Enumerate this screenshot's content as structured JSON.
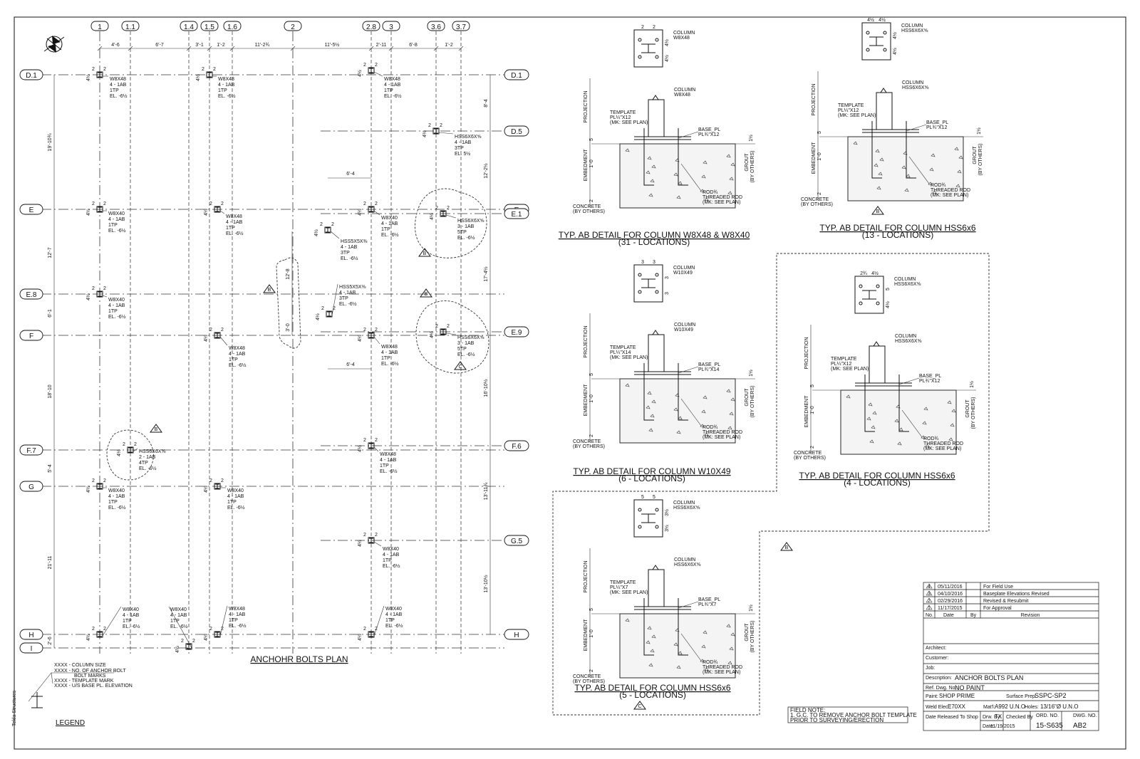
{
  "grid": {
    "top_labels": [
      "1",
      "1.1",
      "1.4",
      "1.5",
      "1.6",
      "2",
      "2.8",
      "3",
      "3.6",
      "3.7"
    ],
    "rows": [
      "D.1",
      "D.5",
      "E",
      "E.1",
      "E.8",
      "E.9",
      "F",
      "F.6",
      "F.7",
      "G",
      "G.5",
      "H",
      "I"
    ],
    "top_dims": [
      "4'-6",
      "6'-7",
      "3'-1",
      "1'-2",
      "11'-2¾",
      "11'-5½",
      "2'-11",
      "6'-8",
      "1'-2"
    ],
    "left_dims": [
      "19'-10¾",
      "12'-7",
      "6'-1",
      "18'-10",
      "5'-4",
      "21'-11",
      "2'-6"
    ],
    "right_dims": [
      "8'-4",
      "12'-2½",
      "17'-4½",
      "16'-10½",
      "13'-11¾",
      "13'-10½"
    ],
    "misc_dims": [
      "6'-4",
      "6'-4",
      "12'-8",
      "3'-0"
    ]
  },
  "columns": [
    {
      "size": "W8X48",
      "bolts": "4 - 1AB",
      "tp": "1TP",
      "el": "EL. -6½"
    },
    {
      "size": "W8X48",
      "bolts": "4 - 1AB",
      "tp": "1TP",
      "el": "EL. -6½"
    },
    {
      "size": "W8X48",
      "bolts": "4 - 1AB",
      "tp": "1TP",
      "el": "EL. -6½"
    },
    {
      "size": "HSS6X6X⅝",
      "bolts": "4 - 1AB",
      "tp": "3TP",
      "el": "EL. 5½"
    },
    {
      "size": "W8X40",
      "bolts": "4 - 1AB",
      "tp": "1TP",
      "el": "EL. -6½"
    },
    {
      "size": "W8X48",
      "bolts": "4 - 1AB",
      "tp": "1TP",
      "el": "EL. -6½"
    },
    {
      "size": "W8X40",
      "bolts": "4 - 1AB",
      "tp": "1TP",
      "el": "EL. -6½"
    },
    {
      "size": "HSS6X6X⅝",
      "bolts": "3 - 1AB",
      "tp": "5TP",
      "el": "EL. -6½"
    },
    {
      "size": "HSS5X5X⅜",
      "bolts": "4 - 1AB",
      "tp": "3TP",
      "el": "EL. -6½"
    },
    {
      "size": "W8X40",
      "bolts": "4 - 1AB",
      "tp": "1TP",
      "el": "EL. -6½"
    },
    {
      "size": "HSS5X5X⅜",
      "bolts": "4 - 1AB",
      "tp": "3TP",
      "el": "EL. -6½"
    },
    {
      "size": "W8X48",
      "bolts": "4 - 1AB",
      "tp": "1TP",
      "el": "EL. -6½"
    },
    {
      "size": "W8X48",
      "bolts": "4 - 1AB",
      "tp": "1TP",
      "el": "EL. -6½"
    },
    {
      "size": "HSS6X6X⅝",
      "bolts": "3 - 1AB",
      "tp": "5TP",
      "el": "EL. -6½"
    },
    {
      "size": "HSS6X6X⅝",
      "bolts": "2 - 1AB",
      "tp": "4TP",
      "el": "EL. -6½"
    },
    {
      "size": "W8X40",
      "bolts": "4 - 1AB",
      "tp": "1TP",
      "el": "EL. -6½"
    },
    {
      "size": "W8X40",
      "bolts": "4 - 1AB",
      "tp": "1TP",
      "el": "EL. -6½"
    },
    {
      "size": "W8X48",
      "bolts": "4 - 1AB",
      "tp": "1TP",
      "el": "EL. -6½"
    },
    {
      "size": "W8X40",
      "bolts": "4 - 1AB",
      "tp": "1TP",
      "el": "EL. -6½"
    },
    {
      "size": "W8X40",
      "bolts": "4 - 1AB",
      "tp": "1TP",
      "el": "EL. -6½"
    },
    {
      "size": "W8X40",
      "bolts": "4 - 1AB",
      "tp": "1TP",
      "el": "EL. -6½"
    },
    {
      "size": "W8X48",
      "bolts": "4 - 1AB",
      "tp": "1TP",
      "el": "EL. -6½"
    },
    {
      "size": "W8X40",
      "bolts": "4 - 1AB",
      "tp": "1TP",
      "el": "EL. -6½"
    }
  ],
  "plan": {
    "title": "ANCHOHR BOLTS PLAN",
    "rev_tag": "B",
    "rev_tag_c": "C"
  },
  "legend": {
    "title": "LEGEND",
    "items": [
      "XXXX -   COLUMN SIZE",
      "XXXX -   NO. OF ANCHOR BOLT",
      "BOLT MARKS",
      "XXXX -   TEMPLATE MARK",
      "XXXX -   U/S BASE PL. ELEVATION"
    ],
    "stamp": "Tekla Structures"
  },
  "details": [
    {
      "title": "TYP. AB DETAIL FOR COLUMN W8X48 & W8X40",
      "subtitle": "(31 - LOCATIONS)",
      "plan_col": "COLUMN\nW8X48",
      "column": "COLUMN\nW8X48",
      "template": "TEMPLATE\nPL¼\"X12\n(MK: SEE PLAN)",
      "base": "BASE_PL\nPL¾\"X12",
      "rod": "ROD¾\nTHREADED ROD\n(MK: SEE PLAN)",
      "concrete": "CONCRETE\n(BY OTHERS)",
      "grout": "GROUT\n(BY OTHERS)",
      "dims": [
        "2",
        "2",
        "4½",
        "4½",
        "1½",
        "5",
        "1'-0",
        "2"
      ]
    },
    {
      "title": "TYP. AB DETAIL FOR COLUMN HSS6x6",
      "subtitle": "(13 - LOCATIONS)",
      "plan_col": "COLUMN\nHSS6X6X⅝",
      "column": "COLUMN\nHSS6X6X⅝",
      "template": "TEMPLATE\nPL¼\"X12\n(MK: SEE PLAN)",
      "base": "BASE_PL\nPL¾\"X12",
      "rod": "ROD¾\nTHREADED ROD\n(MK: SEE PLAN)",
      "concrete": "CONCRETE\n(BY OTHERS)",
      "grout": "GROUT\n(BY OTHERS)",
      "dims": [
        "4½",
        "4½",
        "4½",
        "4½",
        "1½",
        "5",
        "1'-0",
        "2"
      ]
    },
    {
      "title": "TYP. AB DETAIL FOR COLUMN W10X49",
      "subtitle": "(6 - LOCATIONS)",
      "plan_col": "COLUMN\nW10X49",
      "column": "COLUMN\nW10X49",
      "template": "TEMPLATE\nPL¼\"X14\n(MK: SEE PLAN)",
      "base": "BASE_PL\nPL¾\"X14",
      "rod": "ROD¾\nTHREADED ROD\n(MK: SEE PLAN)",
      "concrete": "CONCRETE\n(BY OTHERS)",
      "grout": "GROUT\n(BY OTHERS)",
      "dims": [
        "3",
        "3",
        "3",
        "3",
        "1½",
        "5",
        "1'-0",
        "2"
      ]
    },
    {
      "title": "TYP. AB DETAIL FOR COLUMN HSS6x6",
      "subtitle": "(4 - LOCATIONS)",
      "plan_col": "COLUMN\nHSS6X6X⅝",
      "column": "COLUMN\nHSS6X6X⅝",
      "template": "TEMPLATE\nPL¼\"X12\n(MK: SEE PLAN)",
      "base": "BASE_PL\nPL¾\"X12",
      "rod": "ROD¾\nTHREADED ROD\n(MK: SEE PLAN)",
      "concrete": "CONCRETE\n(BY OTHERS)",
      "grout": "GROUT\n(BY OTHERS)",
      "dims": [
        "2¾",
        "4½",
        "5",
        "4½",
        "1½",
        "5",
        "1'-0",
        "2"
      ]
    },
    {
      "title": "TYP. AB DETAIL FOR COLUMN HSS6x6",
      "subtitle": "(5 - LOCATIONS)",
      "plan_col": "COLUMN\nHSS6X6X⅝",
      "column": "COLUMN\nHSS6X6X⅝",
      "template": "TEMPLATE\nPL¼\"X7\n(MK: SEE PLAN)",
      "base": "BASE_PL\nPL¾\"X7",
      "rod": "ROD¾\nTHREADED ROD\n(MK: SEE PLAN)",
      "concrete": "CONCRETE\n(BY OTHERS)",
      "grout": "GROUT\n(BY OTHERS)",
      "dims": [
        "5",
        "5",
        "3½",
        "3½",
        "1½",
        "5",
        "1'-0",
        "2"
      ]
    }
  ],
  "labels": {
    "projection": "PROJECTION",
    "embedment": "EMBEDMENT"
  },
  "field_note": {
    "title": "FIELD NOTE:",
    "line1": "1. G.C. TO REMOVE ANCHOR BOLT TEMPLATE",
    "line2": "PRIOR TO SURVEYING/ERECTION"
  },
  "title_block": {
    "revisions": [
      {
        "no": "4",
        "date": "05/11/2016",
        "desc": "For Field Use"
      },
      {
        "no": "3",
        "date": "04/10/2016",
        "desc": "Baseplate Elevations Revised"
      },
      {
        "no": "2",
        "date": "02/29/2016",
        "desc": "Revised & Resubmit"
      },
      {
        "no": "1",
        "date": "11/17/2015",
        "desc": "For Approval"
      }
    ],
    "rev_header": {
      "no": "No.",
      "date": "Date",
      "by": "By",
      "rev": "Revision"
    },
    "architect": "Architect:",
    "customer": "Customer:",
    "job": "Job:",
    "description_label": "Description:",
    "description": "ANCHOR BOLTS PLAN",
    "ref_label": "Ref. Dwg. No.:",
    "ref": "NO PAINT",
    "paint_label": "Paint:",
    "paint": "SHOP PRIME",
    "surface_label": "Surface Prep:",
    "surface": "SSPC-SP2",
    "weld_label": "Weld Elec.:",
    "weld": "E70XX",
    "matl_label": "Mat'l:",
    "matl": "A992 U.N.O",
    "holes_label": "Holes:",
    "holes": "13/16\"Ø U.N.O",
    "released_label": "Date Released To Shop",
    "drawn_label": "Drw. By:",
    "drawn": "TX",
    "checked_label": "Checked By",
    "date_label": "Date:",
    "date": "11/19/2015",
    "ord_label": "ORD. NO.",
    "ord": "15-S635",
    "dwg_label": "DWG. NO.",
    "dwg": "AB2"
  }
}
